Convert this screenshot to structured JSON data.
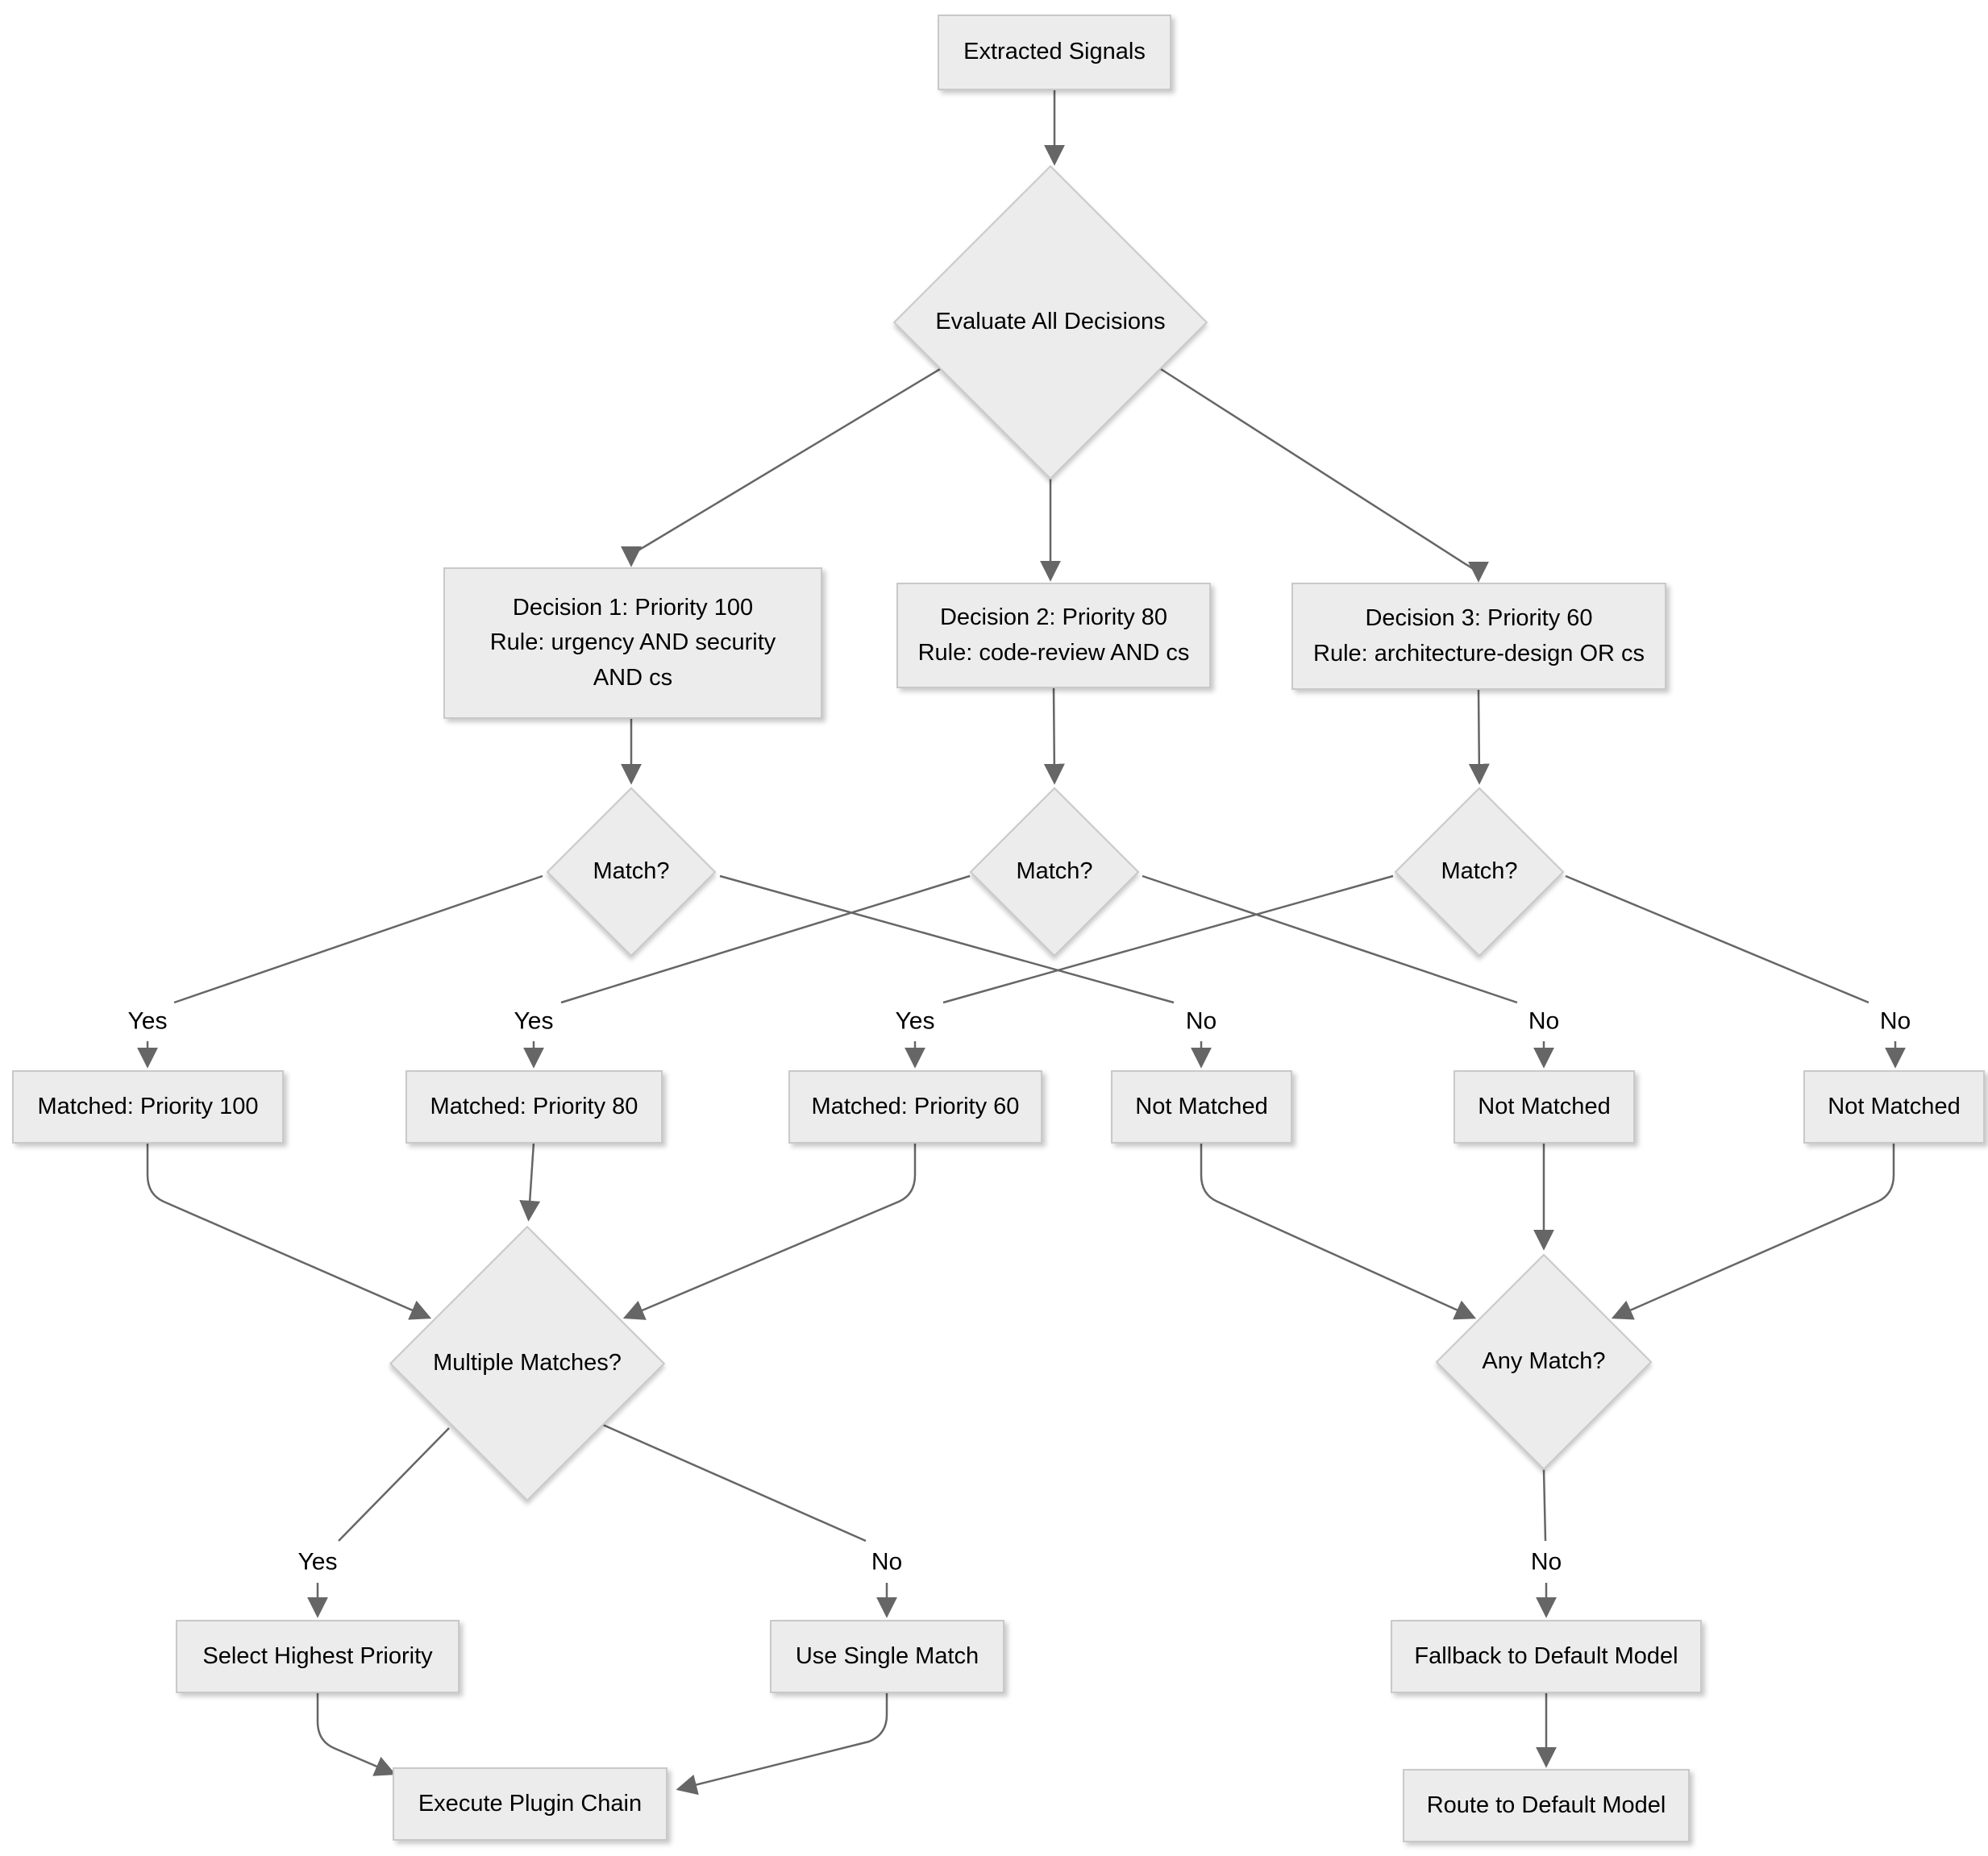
{
  "diagram": {
    "type": "flowchart",
    "direction": "top-down",
    "colors": {
      "background": "#ffffff",
      "node_fill": "#ececec",
      "node_border": "#c9c9c9",
      "edge": "#666666",
      "text": "#000000"
    },
    "nodes": {
      "extracted_signals": {
        "shape": "rect",
        "label": "Extracted Signals"
      },
      "evaluate": {
        "shape": "diamond",
        "label": "Evaluate All Decisions"
      },
      "decision1": {
        "shape": "rect",
        "lines": [
          "Decision 1: Priority 100",
          "Rule: urgency AND security",
          "AND cs"
        ]
      },
      "decision2": {
        "shape": "rect",
        "lines": [
          "Decision 2: Priority 80",
          "Rule: code-review AND cs"
        ]
      },
      "decision3": {
        "shape": "rect",
        "lines": [
          "Decision 3: Priority 60",
          "Rule: architecture-design OR cs"
        ]
      },
      "match1": {
        "shape": "diamond",
        "label": "Match?"
      },
      "match2": {
        "shape": "diamond",
        "label": "Match?"
      },
      "match3": {
        "shape": "diamond",
        "label": "Match?"
      },
      "matched100": {
        "shape": "rect",
        "label": "Matched: Priority 100"
      },
      "matched80": {
        "shape": "rect",
        "label": "Matched: Priority 80"
      },
      "matched60": {
        "shape": "rect",
        "label": "Matched: Priority 60"
      },
      "not_matched1": {
        "shape": "rect",
        "label": "Not Matched"
      },
      "not_matched2": {
        "shape": "rect",
        "label": "Not Matched"
      },
      "not_matched3": {
        "shape": "rect",
        "label": "Not Matched"
      },
      "multiple_matches": {
        "shape": "diamond",
        "label": "Multiple Matches?"
      },
      "any_match": {
        "shape": "diamond",
        "label": "Any Match?"
      },
      "select_highest": {
        "shape": "rect",
        "label": "Select Highest Priority"
      },
      "use_single": {
        "shape": "rect",
        "label": "Use Single Match"
      },
      "fallback": {
        "shape": "rect",
        "label": "Fallback to Default Model"
      },
      "execute": {
        "shape": "rect",
        "label": "Execute Plugin Chain"
      },
      "route": {
        "shape": "rect",
        "label": "Route to Default Model"
      }
    },
    "edges": [
      {
        "from": "extracted_signals",
        "to": "evaluate",
        "label": ""
      },
      {
        "from": "evaluate",
        "to": "decision1",
        "label": ""
      },
      {
        "from": "evaluate",
        "to": "decision2",
        "label": ""
      },
      {
        "from": "evaluate",
        "to": "decision3",
        "label": ""
      },
      {
        "from": "decision1",
        "to": "match1",
        "label": ""
      },
      {
        "from": "decision2",
        "to": "match2",
        "label": ""
      },
      {
        "from": "decision3",
        "to": "match3",
        "label": ""
      },
      {
        "from": "match1",
        "to": "matched100",
        "label": "Yes"
      },
      {
        "from": "match2",
        "to": "matched80",
        "label": "Yes"
      },
      {
        "from": "match3",
        "to": "matched60",
        "label": "Yes"
      },
      {
        "from": "match1",
        "to": "not_matched1",
        "label": "No"
      },
      {
        "from": "match2",
        "to": "not_matched2",
        "label": "No"
      },
      {
        "from": "match3",
        "to": "not_matched3",
        "label": "No"
      },
      {
        "from": "matched100",
        "to": "multiple_matches",
        "label": ""
      },
      {
        "from": "matched80",
        "to": "multiple_matches",
        "label": ""
      },
      {
        "from": "matched60",
        "to": "multiple_matches",
        "label": ""
      },
      {
        "from": "not_matched1",
        "to": "any_match",
        "label": ""
      },
      {
        "from": "not_matched2",
        "to": "any_match",
        "label": ""
      },
      {
        "from": "not_matched3",
        "to": "any_match",
        "label": ""
      },
      {
        "from": "multiple_matches",
        "to": "select_highest",
        "label": "Yes"
      },
      {
        "from": "multiple_matches",
        "to": "use_single",
        "label": "No"
      },
      {
        "from": "any_match",
        "to": "fallback",
        "label": "No"
      },
      {
        "from": "select_highest",
        "to": "execute",
        "label": ""
      },
      {
        "from": "use_single",
        "to": "execute",
        "label": ""
      },
      {
        "from": "fallback",
        "to": "route",
        "label": ""
      }
    ]
  }
}
